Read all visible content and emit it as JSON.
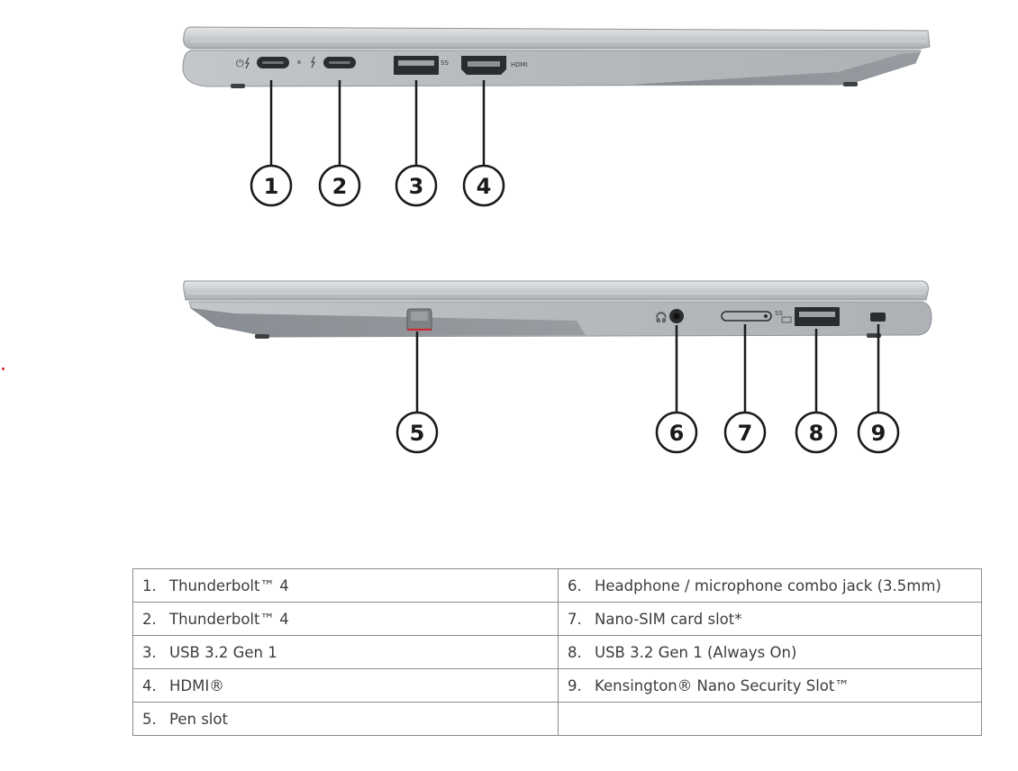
{
  "views": [
    {
      "name": "left-side",
      "callouts": [
        "1",
        "2",
        "3",
        "4"
      ],
      "port_labels": {
        "usb_ss": "SS",
        "hdmi": "HDMI"
      }
    },
    {
      "name": "right-side",
      "callouts": [
        "5",
        "6",
        "7",
        "8",
        "9"
      ],
      "port_labels": {
        "usb_ss": "SS"
      }
    }
  ],
  "legend": {
    "rows": [
      {
        "left": {
          "num": "1.",
          "text": "Thunderbolt™ 4"
        },
        "right": {
          "num": "6.",
          "text": "Headphone / microphone combo jack (3.5mm)"
        }
      },
      {
        "left": {
          "num": "2.",
          "text": "Thunderbolt™ 4"
        },
        "right": {
          "num": "7.",
          "text": "Nano-SIM card slot*"
        }
      },
      {
        "left": {
          "num": "3.",
          "text": "USB 3.2 Gen 1"
        },
        "right": {
          "num": "8.",
          "text": "USB 3.2 Gen 1 (Always On)"
        }
      },
      {
        "left": {
          "num": "4.",
          "text": "HDMI®"
        },
        "right": {
          "num": "9.",
          "text": "Kensington® Nano Security Slot™"
        }
      },
      {
        "left": {
          "num": "5.",
          "text": "Pen slot"
        },
        "right": {
          "num": "",
          "text": ""
        }
      }
    ]
  },
  "colors": {
    "laptop_body": "#b9bcbf",
    "laptop_dark": "#7b8087",
    "accent_red": "#d2232a",
    "callout_stroke": "#1a1a1a"
  }
}
